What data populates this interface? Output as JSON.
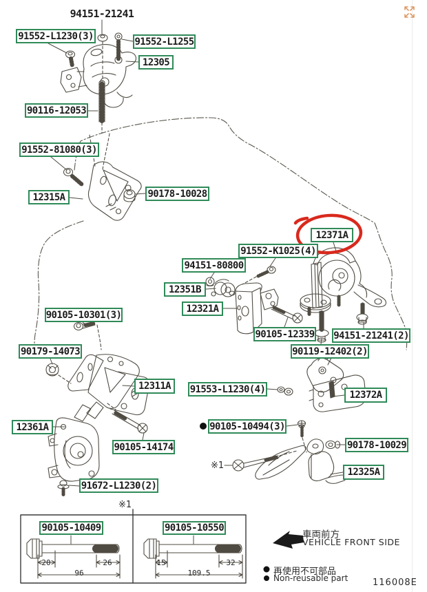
{
  "ui": {
    "expand_icon_color": "#dd9b66"
  },
  "diagram": {
    "figure_code": "116008E",
    "highlighted_part": "12371A",
    "ref_mark": "※1",
    "colors": {
      "label_box_border": "#2f8a58",
      "highlight_ring": "#d9291d",
      "line_art": "#4f4b42"
    },
    "labels": [
      {
        "text": "94151-21241",
        "boxed": false
      },
      {
        "text": "91552-L1230(3)",
        "boxed": true
      },
      {
        "text": "91552-L1255",
        "boxed": true
      },
      {
        "text": "12305",
        "boxed": true
      },
      {
        "text": "90116-12053",
        "boxed": true
      },
      {
        "text": "91552-81080(3)",
        "boxed": true
      },
      {
        "text": "12315A",
        "boxed": true
      },
      {
        "text": "90178-10028",
        "boxed": true
      },
      {
        "text": "12371A",
        "boxed": true,
        "highlighted": true
      },
      {
        "text": "91552-K1025(4)",
        "boxed": true
      },
      {
        "text": "94151-80800",
        "boxed": true
      },
      {
        "text": "12351B",
        "boxed": true
      },
      {
        "text": "12321A",
        "boxed": true
      },
      {
        "text": "90105-12339",
        "boxed": true
      },
      {
        "text": "94151-21241(2)",
        "boxed": true
      },
      {
        "text": "90119-12402(2)",
        "boxed": true
      },
      {
        "text": "90105-10301(3)",
        "boxed": true
      },
      {
        "text": "90179-14073",
        "boxed": true
      },
      {
        "text": "12311A",
        "boxed": true
      },
      {
        "text": "12361A",
        "boxed": true
      },
      {
        "text": "90105-14174",
        "boxed": true
      },
      {
        "text": "91672-L1230(2)",
        "boxed": true
      },
      {
        "text": "91553-L1230(4)",
        "boxed": true
      },
      {
        "text": "12372A",
        "boxed": true
      },
      {
        "text": "90105-10494(3)",
        "boxed": true,
        "non_reusable": true
      },
      {
        "text": "90178-10029",
        "boxed": true
      },
      {
        "text": "12325A",
        "boxed": true
      },
      {
        "text": "90105-10409",
        "boxed": true
      },
      {
        "text": "90105-10550",
        "boxed": true
      }
    ],
    "vehicle_front": {
      "jp": "車両前方",
      "en": "VEHICLE FRONT SIDE"
    },
    "legend": {
      "jp": "再使用不可部品",
      "en": "Non-reusable part"
    },
    "inset_bolts": [
      {
        "part": "90105-10409",
        "under_head": "20",
        "thread": "26",
        "overall": "96"
      },
      {
        "part": "90105-10550",
        "under_head": "15",
        "thread": "32",
        "overall": "109.5"
      }
    ]
  }
}
